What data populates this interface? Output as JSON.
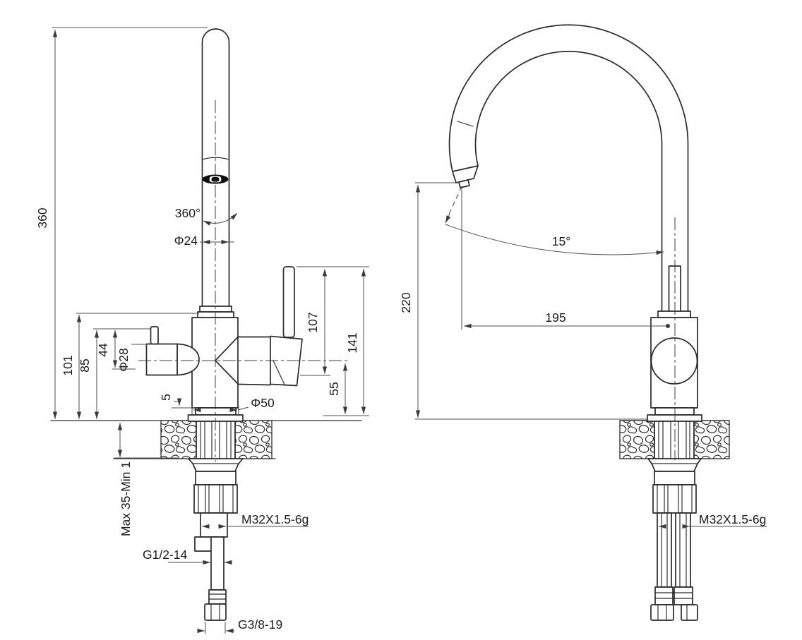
{
  "drawing": {
    "front_view": {
      "dims": {
        "overall_height": "360",
        "swivel_angle": "360°",
        "spout_diameter": "Φ24",
        "h101": "101",
        "h85": "85",
        "h44": "44",
        "handle_diameter": "Φ28",
        "h107": "107",
        "h141": "141",
        "h55": "55",
        "flange_height": "5",
        "base_diameter": "Φ50",
        "deck_thickness_range": "Max 35-Min 1",
        "shank_thread": "M32X1.5-6g",
        "inlet_thread": "G1/2-14",
        "hose_thread": "G3/8-19"
      }
    },
    "side_view": {
      "dims": {
        "tilt_angle": "15°",
        "spout_height": "220",
        "spout_reach": "195",
        "shank_thread": "M32X1.5-6g"
      }
    }
  }
}
